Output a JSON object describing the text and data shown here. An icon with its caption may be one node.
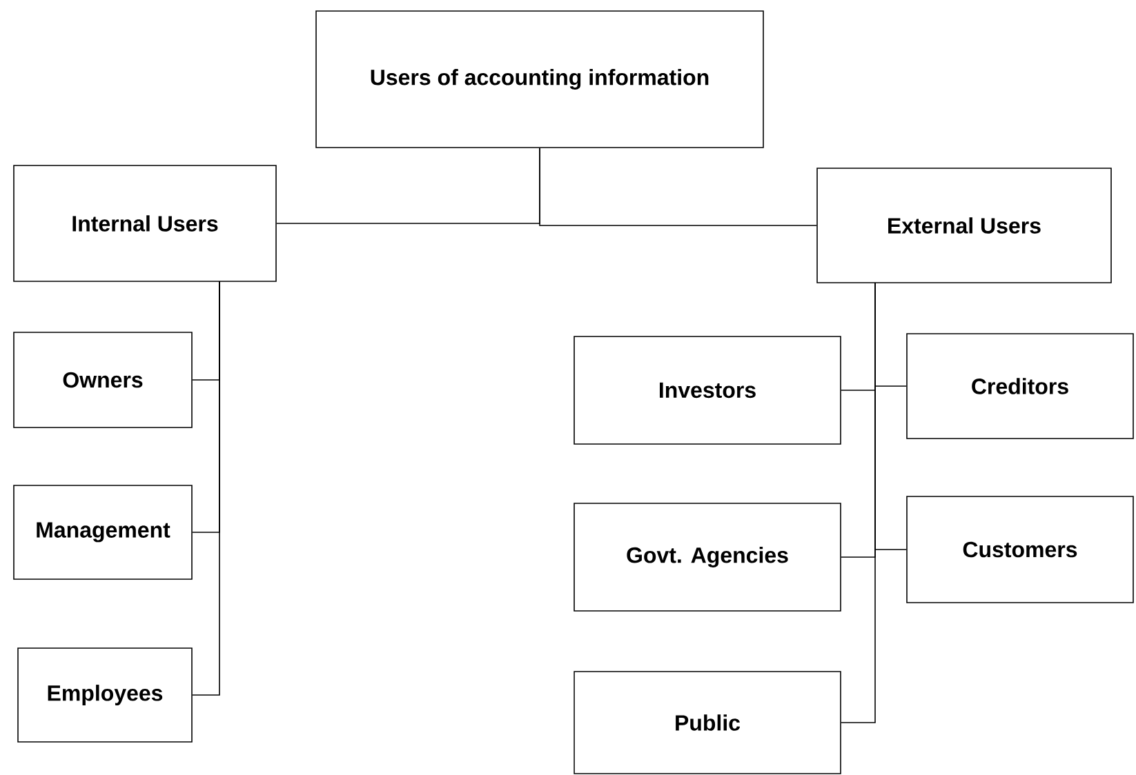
{
  "diagram": {
    "nodes": [
      {
        "text": [
          "Users of accounting information"
        ]
      },
      {
        "text": [
          "Internal Users"
        ]
      },
      {
        "text": [
          "External Users"
        ]
      },
      {
        "text": [
          "Owners"
        ]
      },
      {
        "text": [
          "Management"
        ]
      },
      {
        "text": [
          "Employees"
        ]
      },
      {
        "text": [
          "Investors"
        ]
      },
      {
        "text": [
          "Creditors"
        ]
      },
      {
        "text": [
          "Govt. Agencies"
        ]
      },
      {
        "text": [
          "Customers"
        ]
      },
      {
        "text": [
          "Public"
        ]
      }
    ],
    "edges": [
      {
        "from": 0,
        "to": 1,
        "arrow": "none"
      },
      {
        "from": 0,
        "to": 2,
        "arrow": "none"
      },
      {
        "from": 1,
        "to": 3,
        "arrow": "none"
      },
      {
        "from": 1,
        "to": 4,
        "arrow": "none"
      },
      {
        "from": 1,
        "to": 5,
        "arrow": "none"
      },
      {
        "from": 2,
        "to": 6,
        "arrow": "none"
      },
      {
        "from": 2,
        "to": 7,
        "arrow": "none"
      },
      {
        "from": 2,
        "to": 8,
        "arrow": "none"
      },
      {
        "from": 2,
        "to": 9,
        "arrow": "none"
      },
      {
        "from": 2,
        "to": 10,
        "arrow": "none"
      }
    ]
  }
}
